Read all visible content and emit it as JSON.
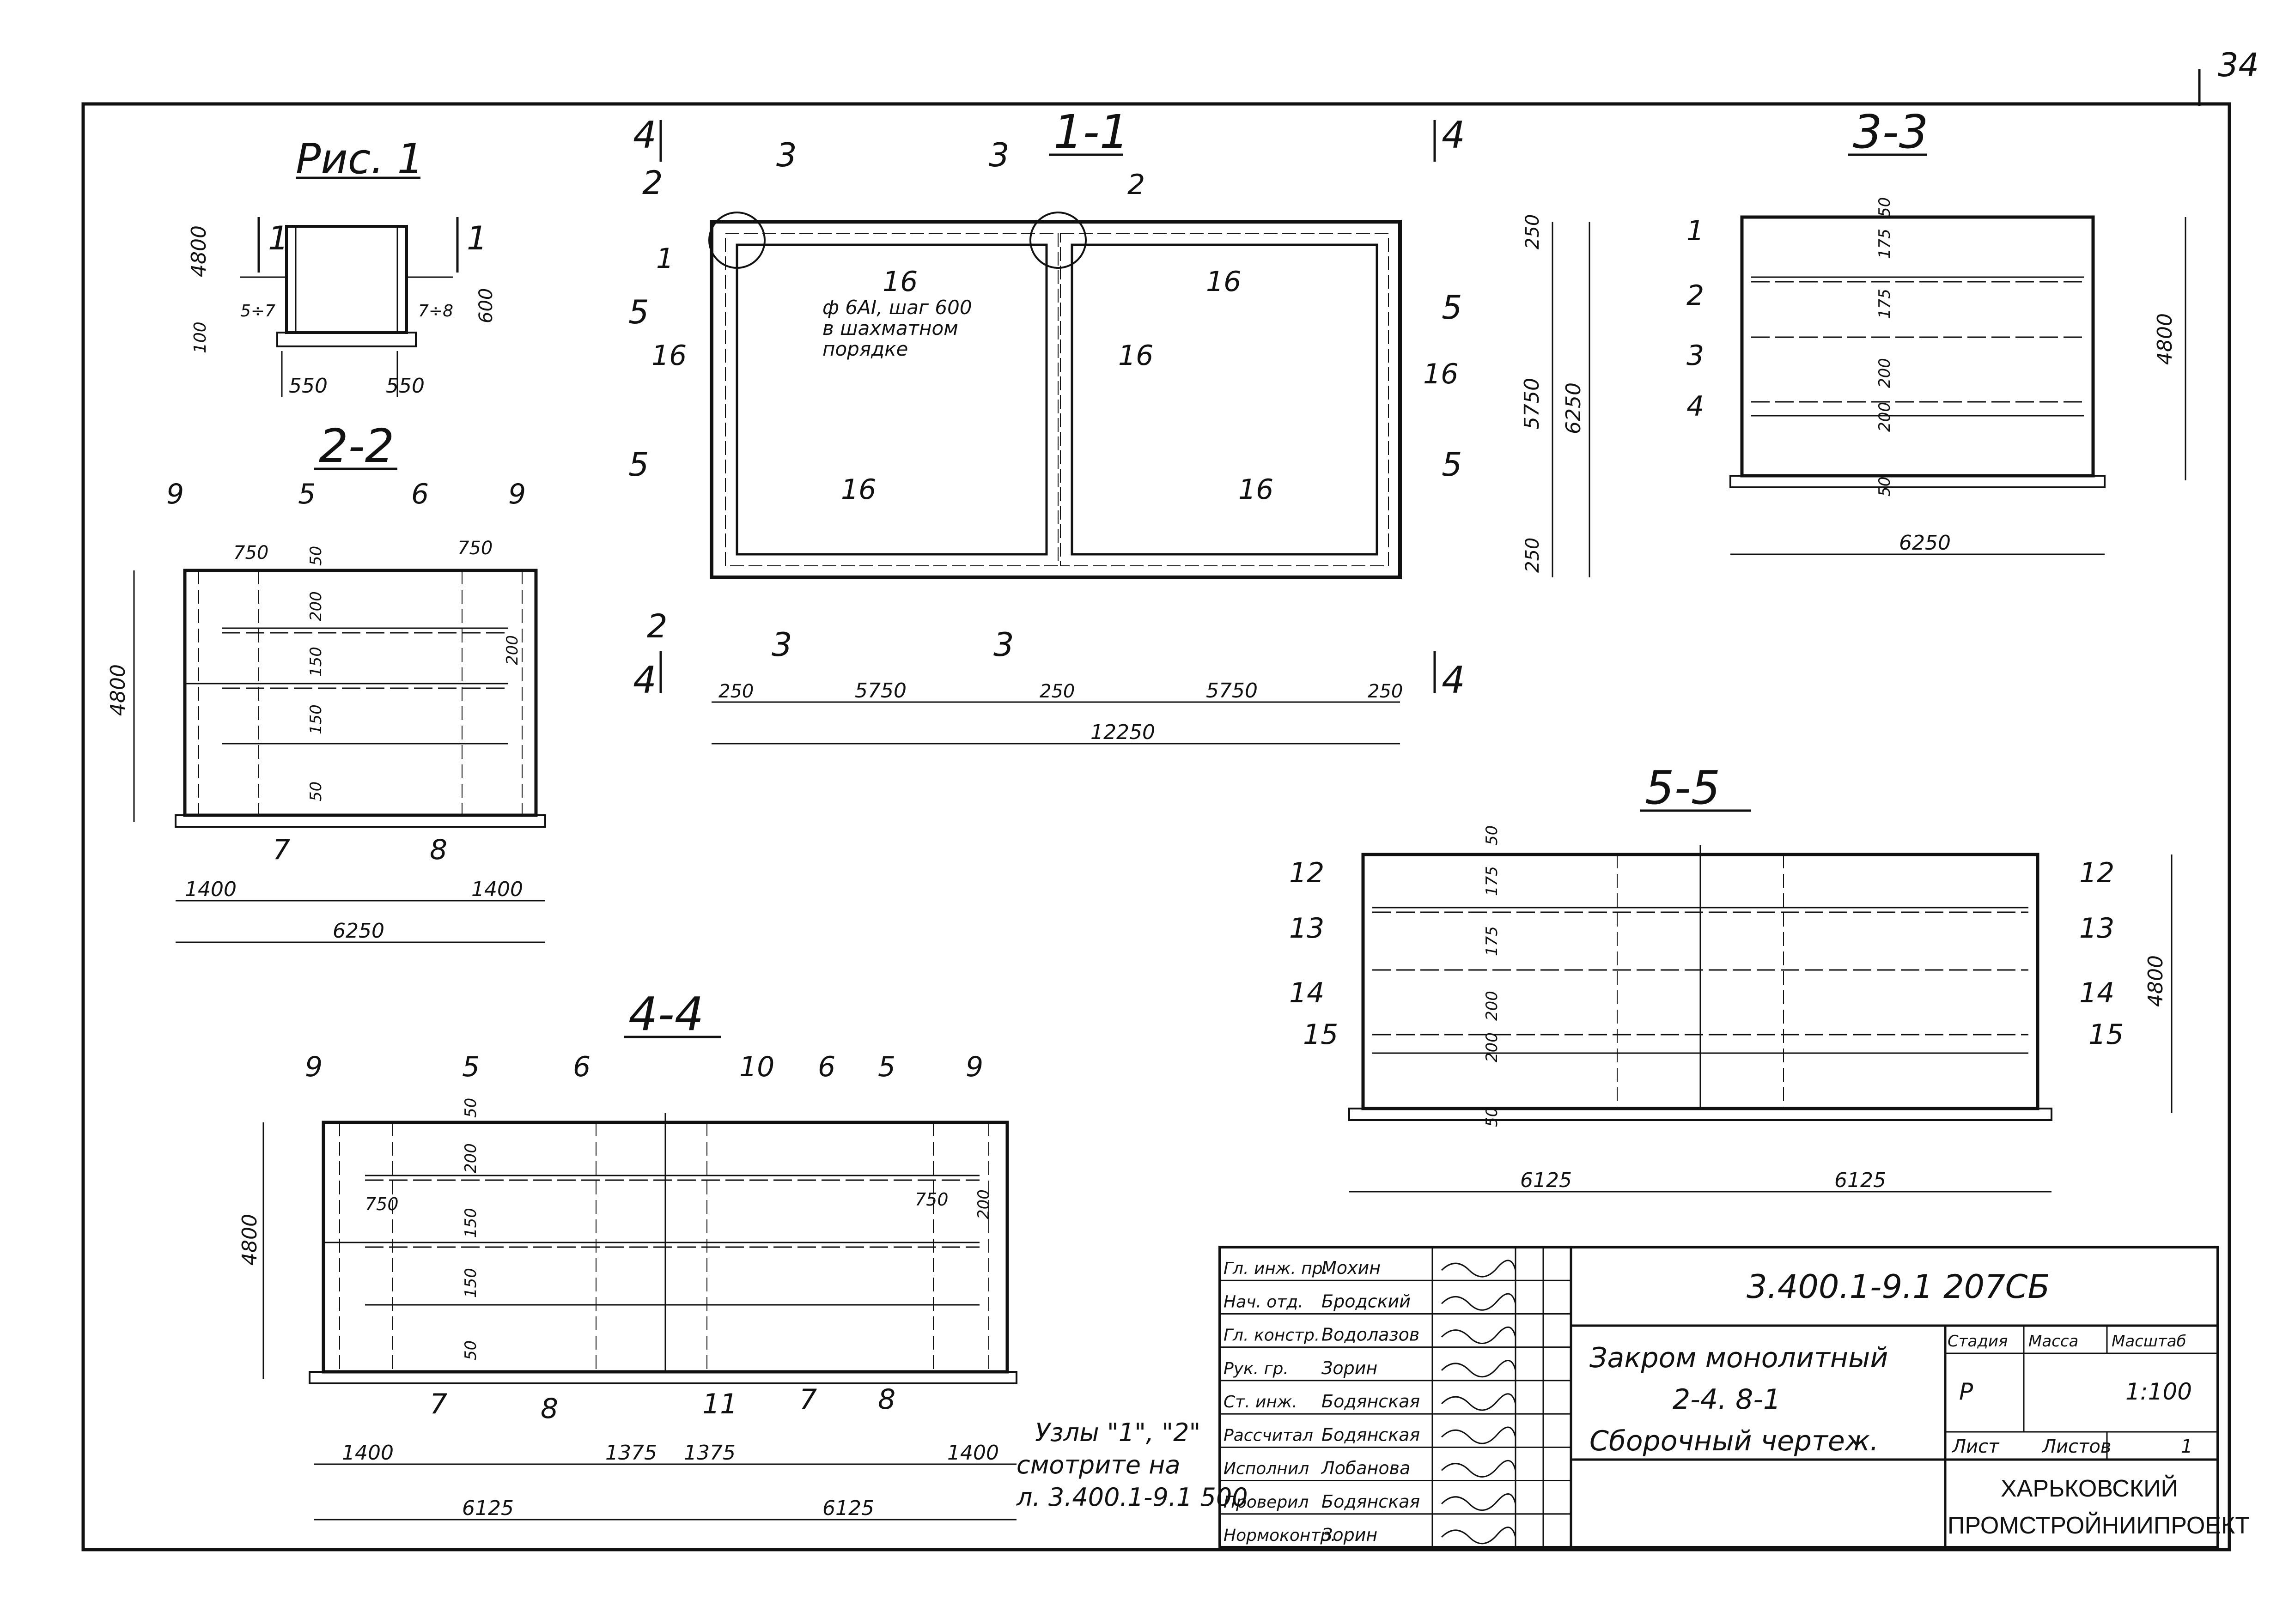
{
  "page": {
    "number": "34"
  },
  "fig1": {
    "title": "Рис. 1",
    "cut_label": "1",
    "height": "4800",
    "sublabel_left": "5÷7",
    "sublabel_right": "7÷8",
    "dim_top": "600",
    "dim_bottom": "100",
    "width_left": "550",
    "width_right": "550"
  },
  "section_1_1": {
    "title": "1-1",
    "cut_2": "2",
    "cut_3": "3",
    "cut_4": "4",
    "cut_5": "5",
    "mark_1": "1",
    "mark_2": "2",
    "mark_16": "16",
    "rebar_note_1": "ф 6АI, шаг 600",
    "rebar_note_2": "в шахматном",
    "rebar_note_3": "порядке",
    "dim_top": "250",
    "dim_mid": "5750",
    "dim_bottom": "250",
    "dim_total_height": "6250",
    "dims_horizontal": [
      "250",
      "5750",
      "250",
      "5750",
      "250"
    ],
    "dim_total_width": "12250"
  },
  "section_3_3": {
    "title": "3-3",
    "marks": [
      "1",
      "2",
      "3",
      "4"
    ],
    "spacings": [
      "50",
      "175",
      "175",
      "200",
      "200",
      "50"
    ],
    "height": "4800",
    "width": "6250"
  },
  "section_2_2": {
    "title": "2-2",
    "marks_top": [
      "9",
      "5",
      "6",
      "9"
    ],
    "marks_bottom": [
      "7",
      "8"
    ],
    "dim_750_left": "750",
    "dim_750_right": "750",
    "spacings": [
      "50",
      "200",
      "150",
      "150",
      "50"
    ],
    "right_spacing": "200",
    "height": "4800",
    "dim_1400_left": "1400",
    "dim_1400_right": "1400",
    "width": "6250"
  },
  "section_5_5": {
    "title": "5-5",
    "marks_left": [
      "12",
      "13",
      "14",
      "15"
    ],
    "marks_right": [
      "12",
      "13",
      "14",
      "15"
    ],
    "spacings": [
      "50",
      "175",
      "175",
      "200",
      "200",
      "50"
    ],
    "height": "4800",
    "widths": [
      "6125",
      "6125"
    ]
  },
  "section_4_4": {
    "title": "4-4",
    "marks_top": [
      "9",
      "5",
      "6",
      "10",
      "6",
      "5",
      "9"
    ],
    "marks_bottom": [
      "7",
      "8",
      "11",
      "7",
      "8"
    ],
    "spacings": [
      "50",
      "200",
      "150",
      "150",
      "50"
    ],
    "dim_750_left": "750",
    "dim_750_right": "750",
    "right_spacing": "200",
    "height": "4800",
    "dims_horizontal": [
      "1400",
      "1375",
      "1375",
      "1400"
    ],
    "widths": [
      "6125",
      "6125"
    ]
  },
  "note": {
    "line1": "Узлы \"1\", \"2\"",
    "line2": "смотрите на",
    "line3": "л. 3.400.1-9.1 500"
  },
  "title_block": {
    "doc_code": "3.400.1-9.1 207СБ",
    "object_line1": "Закром монолитный",
    "object_line2": "2-4. 8-1",
    "object_line3": "Сборочный чертеж.",
    "col_stage": "Стадия",
    "col_mass": "Масса",
    "col_scale": "Масштаб",
    "stage": "Р",
    "scale": "1:100",
    "sheet_label": "Лист",
    "sheets_label": "Листов",
    "sheets_count": "1",
    "org_line1": "ХАРЬКОВСКИЙ",
    "org_line2": "ПРОМСТРОЙНИИПРОЕКТ",
    "signatures": [
      {
        "role": "Гл. инж. пр.",
        "name": "Мохин"
      },
      {
        "role": "Нач. отд.",
        "name": "Бродский"
      },
      {
        "role": "Гл. констр.",
        "name": "Водолазов"
      },
      {
        "role": "Рук. гр.",
        "name": "Зорин"
      },
      {
        "role": "Ст. инж.",
        "name": "Бодянская"
      },
      {
        "role": "Рассчитал",
        "name": "Бодянская"
      },
      {
        "role": "Исполнил",
        "name": "Лобанова"
      },
      {
        "role": "Проверил",
        "name": "Бодянская"
      },
      {
        "role": "Нормоконтр.",
        "name": "Зорин"
      }
    ]
  }
}
